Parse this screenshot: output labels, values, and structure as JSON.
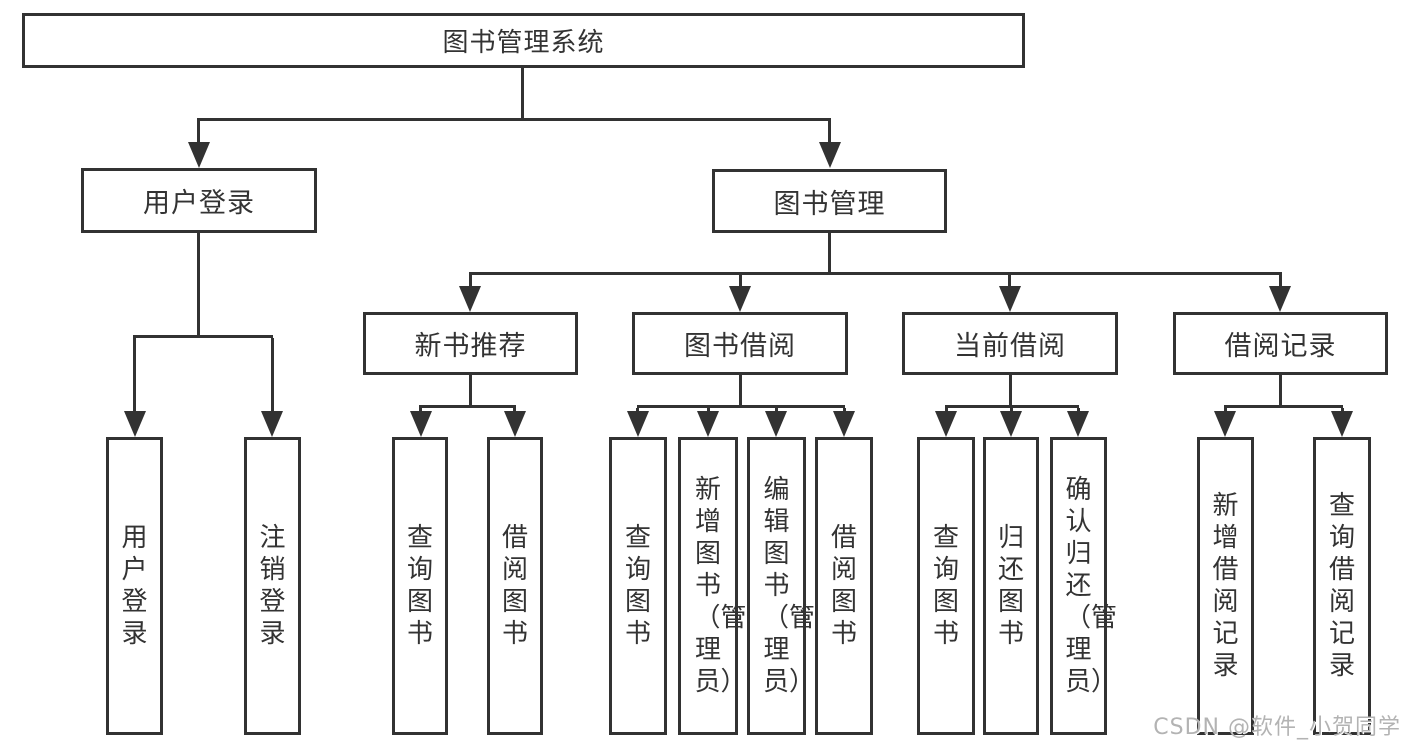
{
  "diagram": {
    "type": "tree",
    "root": {
      "label": "图书管理系统"
    },
    "branches": [
      {
        "label": "用户登录",
        "children": [
          {
            "label": "用户登录"
          },
          {
            "label": "注销登录"
          }
        ]
      },
      {
        "label": "图书管理",
        "children": [
          {
            "label": "新书推荐",
            "children": [
              {
                "label": "查询图书"
              },
              {
                "label": "借阅图书"
              }
            ]
          },
          {
            "label": "图书借阅",
            "children": [
              {
                "label": "查询图书"
              },
              {
                "label": "新增图书（管理员）"
              },
              {
                "label": "编辑图书（管理员）"
              },
              {
                "label": "借阅图书"
              }
            ]
          },
          {
            "label": "当前借阅",
            "children": [
              {
                "label": "查询图书"
              },
              {
                "label": "归还图书"
              },
              {
                "label": "确认归还（管理员）"
              }
            ]
          },
          {
            "label": "借阅记录",
            "children": [
              {
                "label": "新增借阅记录"
              },
              {
                "label": "查询借阅记录"
              }
            ]
          }
        ]
      }
    ]
  },
  "watermark": {
    "text": "CSDN @软件_小贺同学"
  },
  "colors": {
    "line": "#323232",
    "text": "#333333",
    "background": "#ffffff",
    "watermark": "#b3b3b3"
  }
}
